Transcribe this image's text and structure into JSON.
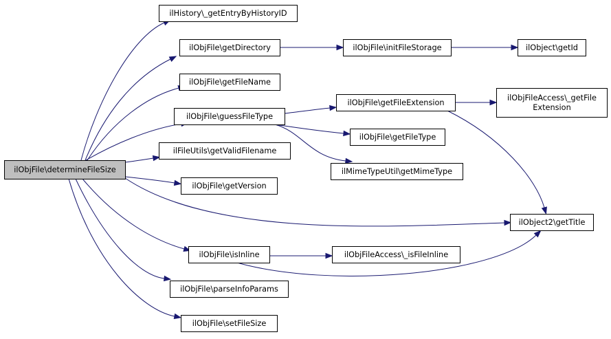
{
  "graph": {
    "nodes": {
      "root": [
        "ilObjFile\\determineFileSize"
      ],
      "history": [
        "ilHistory\\_getEntryByHistoryID"
      ],
      "getDirectory": [
        "ilObjFile\\getDirectory"
      ],
      "initFileStorage": [
        "ilObjFile\\initFileStorage"
      ],
      "getId": [
        "ilObject\\getId"
      ],
      "getFileName": [
        "ilObjFile\\getFileName"
      ],
      "guessFileType": [
        "ilObjFile\\guessFileType"
      ],
      "getFileExtension": [
        "ilObjFile\\getFileExtension"
      ],
      "accessGetFileExtension": [
        "ilObjFileAccess\\_getFile",
        "Extension"
      ],
      "getFileType": [
        "ilObjFile\\getFileType"
      ],
      "getMimeType": [
        "ilMimeTypeUtil\\getMimeType"
      ],
      "getValidFilename": [
        "ilFileUtils\\getValidFilename"
      ],
      "getVersion": [
        "ilObjFile\\getVersion"
      ],
      "getTitle": [
        "ilObject2\\getTitle"
      ],
      "isInline": [
        "ilObjFile\\isInline"
      ],
      "isFileInline": [
        "ilObjFileAccess\\_isFileInline"
      ],
      "parseInfoParams": [
        "ilObjFile\\parseInfoParams"
      ],
      "setFileSize": [
        "ilObjFile\\setFileSize"
      ]
    },
    "edges": [
      [
        "root",
        "history"
      ],
      [
        "root",
        "getDirectory"
      ],
      [
        "root",
        "getFileName"
      ],
      [
        "root",
        "guessFileType"
      ],
      [
        "root",
        "getValidFilename"
      ],
      [
        "root",
        "getVersion"
      ],
      [
        "root",
        "getTitle"
      ],
      [
        "root",
        "isInline"
      ],
      [
        "root",
        "parseInfoParams"
      ],
      [
        "root",
        "setFileSize"
      ],
      [
        "getDirectory",
        "initFileStorage"
      ],
      [
        "initFileStorage",
        "getId"
      ],
      [
        "guessFileType",
        "getFileExtension"
      ],
      [
        "guessFileType",
        "getFileType"
      ],
      [
        "guessFileType",
        "getMimeType"
      ],
      [
        "getFileExtension",
        "accessGetFileExtension"
      ],
      [
        "getFileExtension",
        "getTitle"
      ],
      [
        "isInline",
        "isFileInline"
      ],
      [
        "isInline",
        "getTitle"
      ]
    ],
    "colors": {
      "edge": "#191970",
      "root_fill": "#bfbfbf",
      "node_fill": "#ffffff",
      "node_stroke": "#000000"
    }
  }
}
